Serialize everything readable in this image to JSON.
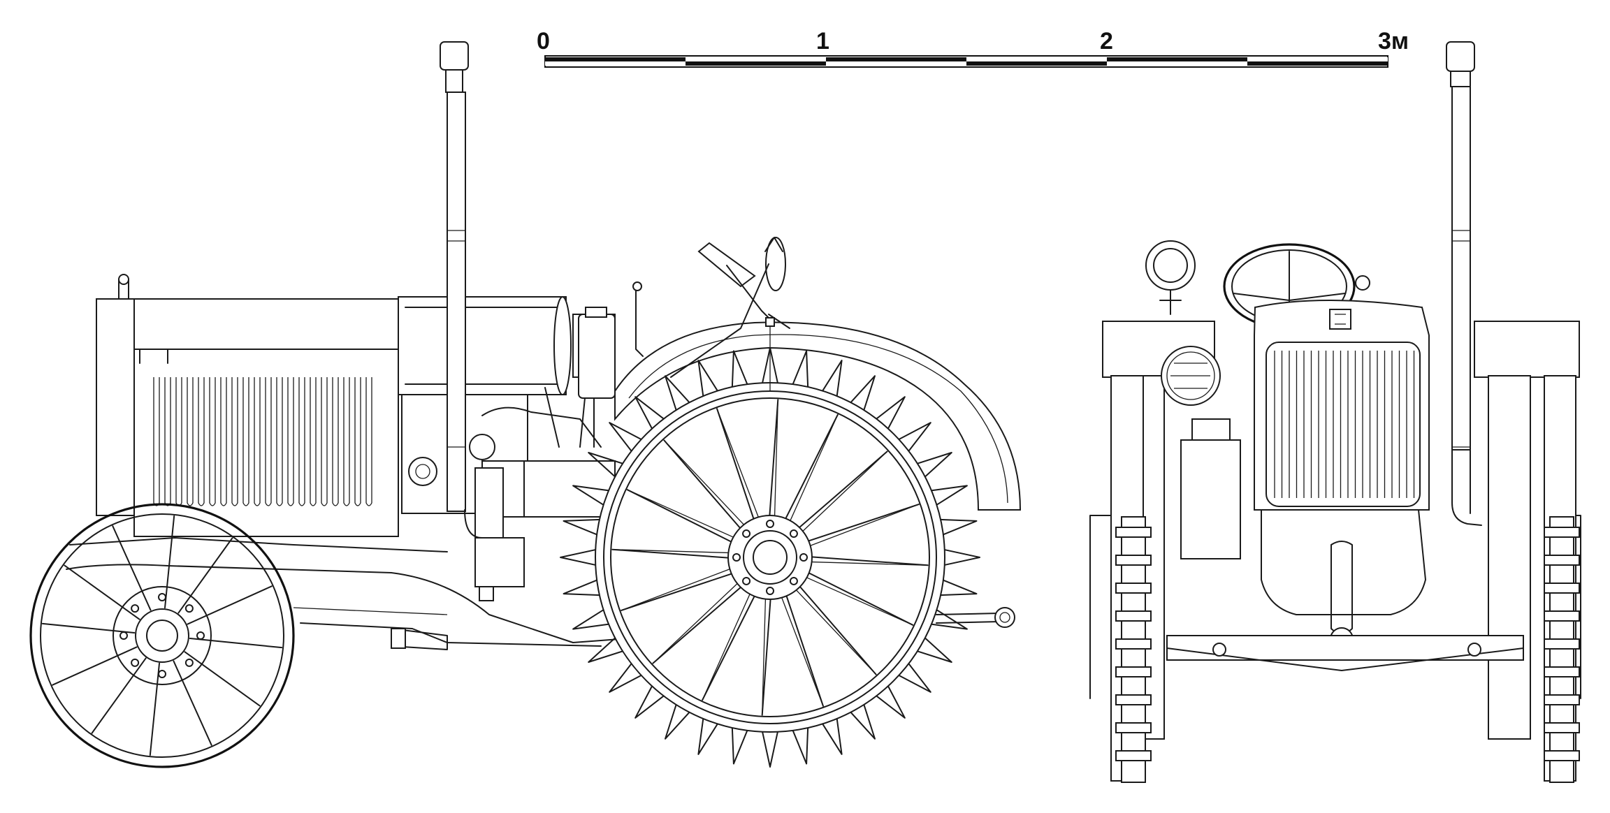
{
  "scale_bar": {
    "labels": [
      "0",
      "1",
      "2",
      "3м"
    ],
    "segment_count": 6
  },
  "views": {
    "side": {
      "wheel_spokes_front": 12,
      "wheel_spokes_rear": 16,
      "rear_lugs": 36
    },
    "front": {}
  },
  "colors": {
    "line": "#1a1a1a",
    "paper": "#ffffff"
  }
}
